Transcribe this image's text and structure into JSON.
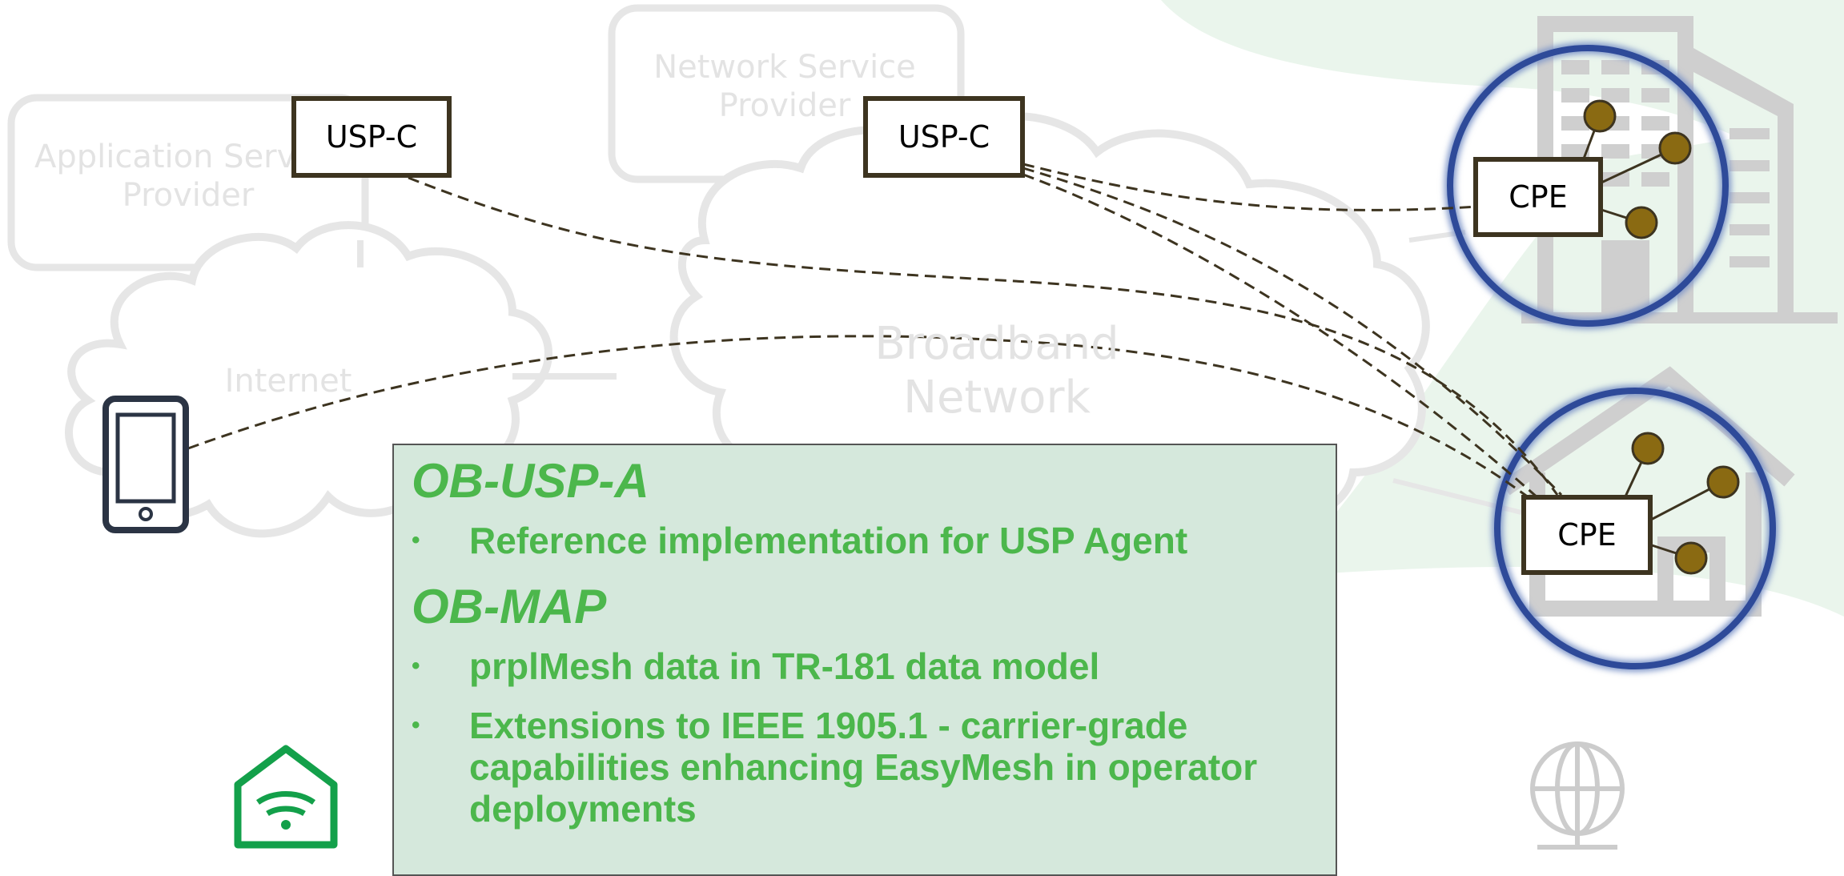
{
  "colors": {
    "accent_green": "#4cb74c",
    "panel_bg": "#d5e8dc",
    "box_border": "#3d3420",
    "node_fill": "#8a6a12",
    "ring_blue": "#2e4a99",
    "faint_gray": "#e3e3e3"
  },
  "background": {
    "app_provider_label": "Application Service Provider",
    "nsp_label": "Network Service Provider",
    "internet_label": "Internet",
    "broadband_label": "Broadband Network"
  },
  "controllers": [
    {
      "label": "USP-C"
    },
    {
      "label": "USP-C"
    }
  ],
  "cpes": [
    {
      "label": "CPE"
    },
    {
      "label": "CPE"
    }
  ],
  "panel": {
    "section1": {
      "title": "OB-USP-A",
      "bullets": [
        "Reference implementation for USP Agent"
      ]
    },
    "section2": {
      "title": "OB-MAP",
      "bullets": [
        "prplMesh data in TR-181 data model",
        "Extensions to IEEE 1905.1 - carrier-grade capabilities enhancing EasyMesh in operator deployments"
      ]
    },
    "bullet_glyph": "•"
  },
  "icons": [
    "phone-icon",
    "office-building-icon",
    "house-icon",
    "smart-home-wifi-icon",
    "globe-network-icon",
    "cloud-icon"
  ]
}
